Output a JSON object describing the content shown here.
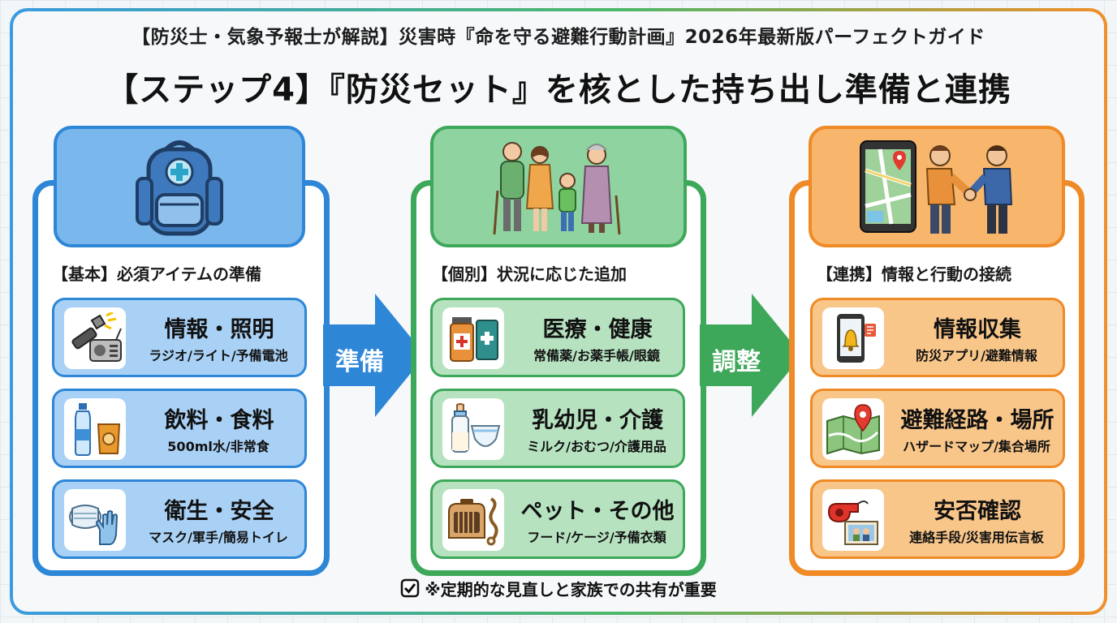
{
  "header": {
    "kicker": "【防災士・気象予報士が解説】災害時『命を守る避難行動計画』2026年最新版パーフェクトガイド",
    "title": "【ステップ4】『防災セット』を核とした持ち出し準備と連携"
  },
  "columns": [
    {
      "subtitle": "【基本】必須アイテムの準備",
      "top_icon": "backpack-icon",
      "color": "#2e86d7",
      "cards": [
        {
          "title": "情報・照明",
          "sub": "ラジオ/ライト/予備電池",
          "icon": "flashlight-radio-icon"
        },
        {
          "title": "飲料・食料",
          "sub": "500ml水/非常食",
          "icon": "water-bottle-snack-icon"
        },
        {
          "title": "衛生・安全",
          "sub": "マスク/軍手/簡易トイレ",
          "icon": "mask-glove-icon"
        }
      ]
    },
    {
      "subtitle": "【個別】状況に応じた追加",
      "top_icon": "family-icon",
      "color": "#3ea85a",
      "cards": [
        {
          "title": "医療・健康",
          "sub": "常備薬/お薬手帳/眼鏡",
          "icon": "medicine-icon"
        },
        {
          "title": "乳幼児・介護",
          "sub": "ミルク/おむつ/介護用品",
          "icon": "baby-bottle-diaper-icon"
        },
        {
          "title": "ペット・その他",
          "sub": "フード/ケージ/予備衣類",
          "icon": "pet-carrier-icon"
        }
      ]
    },
    {
      "subtitle": "【連携】情報と行動の接続",
      "top_icon": "phone-map-handshake-icon",
      "color": "#ef8a26",
      "cards": [
        {
          "title": "情報収集",
          "sub": "防災アプリ/避難情報",
          "icon": "phone-alert-icon"
        },
        {
          "title": "避難経路・場所",
          "sub": "ハザードマップ/集合場所",
          "icon": "map-pin-icon"
        },
        {
          "title": "安否確認",
          "sub": "連絡手段/災害用伝言板",
          "icon": "whistle-photo-icon"
        }
      ]
    }
  ],
  "arrows": [
    {
      "label": "準備",
      "color": "#2e86d7"
    },
    {
      "label": "調整",
      "color": "#3ea85a"
    }
  ],
  "footer": {
    "note": "※定期的な見直しと家族での共有が重要"
  }
}
